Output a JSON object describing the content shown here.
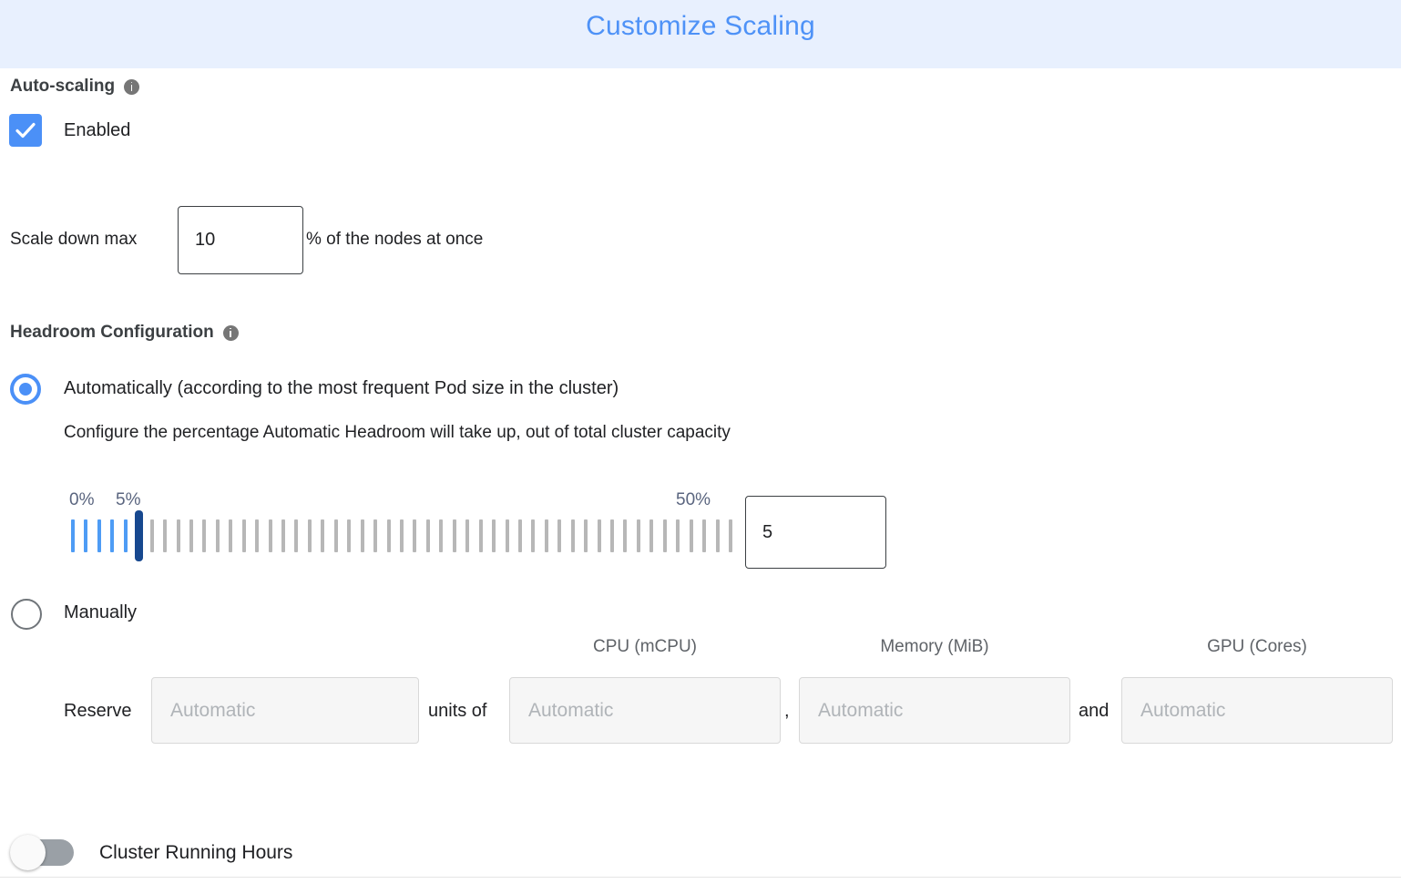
{
  "header": {
    "title": "Customize Scaling"
  },
  "autoscaling": {
    "heading": "Auto-scaling",
    "info_icon": "info-icon",
    "enabled_label": "Enabled",
    "enabled_checked": true,
    "scale_down": {
      "prefix_label": "Scale down max",
      "value": "10",
      "suffix_label": "% of the nodes at once"
    }
  },
  "headroom": {
    "heading": "Headroom Configuration",
    "info_icon": "info-icon",
    "options": [
      {
        "label": "Automatically (according to the most frequent Pod size in the cluster)",
        "selected": true,
        "description": "Configure the percentage Automatic Headroom will take up, out of total cluster capacity"
      },
      {
        "label": "Manually",
        "selected": false
      }
    ],
    "slider": {
      "min_label": "0%",
      "value_label": "5%",
      "max_label": "50%",
      "min": 0,
      "max": 50,
      "value": 5,
      "tick_count": 51,
      "filled_color": "#4e9cf5",
      "empty_color": "#b7b7b7",
      "thumb_color": "#17488f",
      "input_value": "5"
    },
    "manual": {
      "reserve_label": "Reserve",
      "units_of_label": "units of",
      "comma_label": ",",
      "and_label": "and",
      "columns": [
        {
          "header": "",
          "placeholder": "Automatic",
          "value": ""
        },
        {
          "header": "CPU (mCPU)",
          "placeholder": "Automatic",
          "value": ""
        },
        {
          "header": "Memory (MiB)",
          "placeholder": "Automatic",
          "value": ""
        },
        {
          "header": "GPU (Cores)",
          "placeholder": "Automatic",
          "value": ""
        }
      ]
    }
  },
  "cluster_running_hours": {
    "label": "Cluster Running Hours",
    "enabled": false
  },
  "colors": {
    "header_bg": "#e8f0fe",
    "header_text": "#4e92f7",
    "accent": "#4b90f7",
    "slider_thumb": "#17488f",
    "muted_text": "#5f6368"
  }
}
